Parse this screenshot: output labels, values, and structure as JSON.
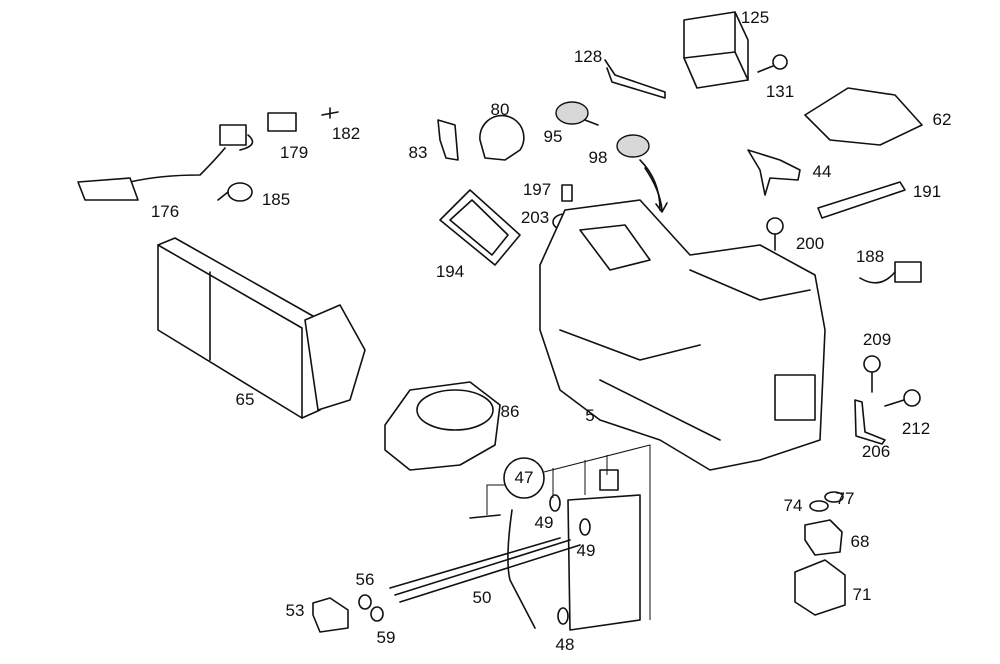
{
  "diagram": {
    "part_labels": [
      "125",
      "128",
      "131",
      "62",
      "80",
      "95",
      "98",
      "83",
      "182",
      "179",
      "176",
      "185",
      "44",
      "191",
      "197",
      "203",
      "200",
      "194",
      "188",
      "65",
      "86",
      "5",
      "209",
      "212",
      "206",
      "47",
      "49",
      "49",
      "74",
      "77",
      "68",
      "71",
      "56",
      "50",
      "53",
      "59",
      "48"
    ],
    "circled_label_index": 25
  }
}
